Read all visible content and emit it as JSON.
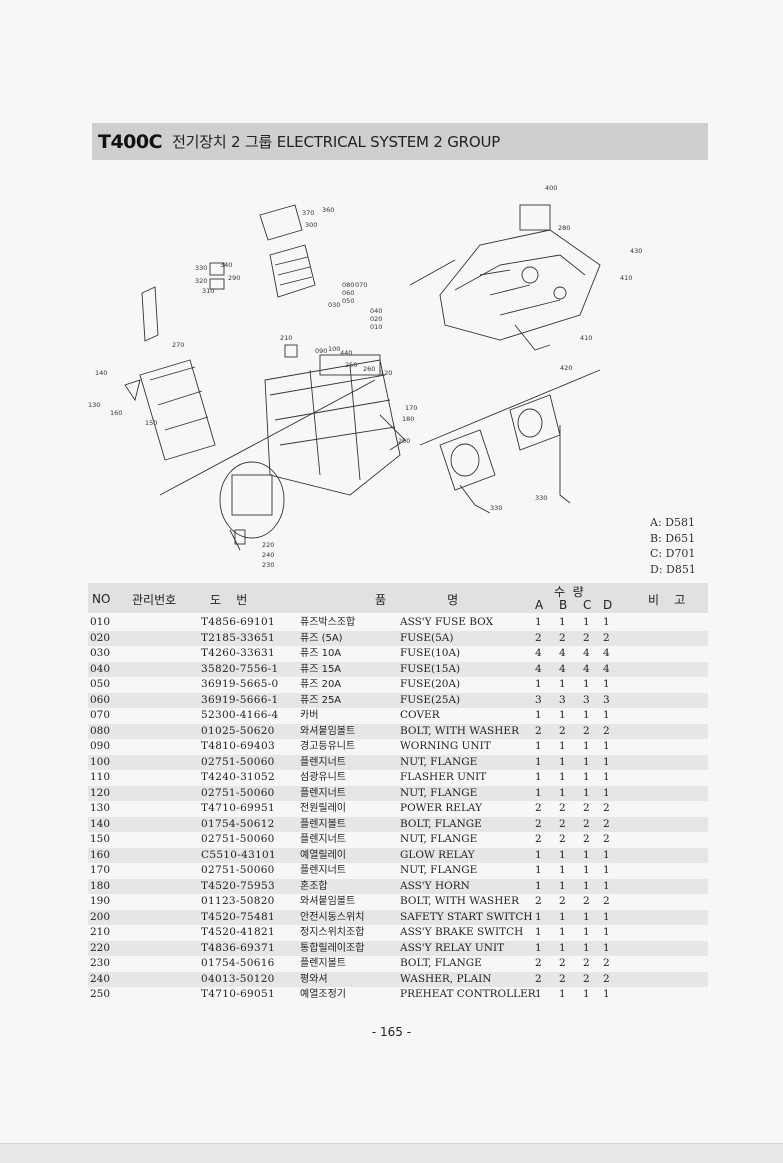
{
  "header": {
    "model": "T400C",
    "title": "전기장치 2 그룹  ELECTRICAL SYSTEM 2 GROUP"
  },
  "legend": [
    "A: D581",
    "B: D651",
    "C: D701",
    "D: D851"
  ],
  "diagram": {
    "callouts": [
      "400",
      "280",
      "430",
      "410",
      "410",
      "420",
      "370",
      "360",
      "300",
      "330",
      "340",
      "320",
      "290",
      "310",
      "080",
      "070",
      "060",
      "050",
      "030",
      "040",
      "020",
      "010",
      "270",
      "210",
      "090",
      "100",
      "440",
      "250",
      "260",
      "120",
      "130",
      "140",
      "150",
      "160",
      "170",
      "180",
      "200",
      "330",
      "330",
      "220",
      "240",
      "230"
    ]
  },
  "table": {
    "headers": {
      "no": "NO",
      "mgmt": "관리번호",
      "drawing": "도    번",
      "name": "품                명",
      "qty": "수  량",
      "a": "A",
      "b": "B",
      "c": "C",
      "d": "D",
      "remarks": "비    고"
    },
    "rows": [
      {
        "no": "010",
        "part": "T4856-69101",
        "kr": "퓨즈박스조합",
        "en": "ASS'Y FUSE BOX",
        "a": "1",
        "b": "1",
        "c": "1",
        "d": "1"
      },
      {
        "no": "020",
        "part": "T2185-33651",
        "kr": "퓨즈 (5A)",
        "en": "FUSE(5A)",
        "a": "2",
        "b": "2",
        "c": "2",
        "d": "2"
      },
      {
        "no": "030",
        "part": "T4260-33631",
        "kr": "퓨즈 10A",
        "en": "FUSE(10A)",
        "a": "4",
        "b": "4",
        "c": "4",
        "d": "4"
      },
      {
        "no": "040",
        "part": "35820-7556-1",
        "kr": "퓨즈 15A",
        "en": "FUSE(15A)",
        "a": "4",
        "b": "4",
        "c": "4",
        "d": "4"
      },
      {
        "no": "050",
        "part": "36919-5665-0",
        "kr": "퓨즈 20A",
        "en": "FUSE(20A)",
        "a": "1",
        "b": "1",
        "c": "1",
        "d": "1"
      },
      {
        "no": "060",
        "part": "36919-5666-1",
        "kr": "퓨즈 25A",
        "en": "FUSE(25A)",
        "a": "3",
        "b": "3",
        "c": "3",
        "d": "3"
      },
      {
        "no": "070",
        "part": "52300-4166-4",
        "kr": "카버",
        "en": "COVER",
        "a": "1",
        "b": "1",
        "c": "1",
        "d": "1"
      },
      {
        "no": "080",
        "part": "01025-50620",
        "kr": "와셔붙임볼트",
        "en": "BOLT, WITH WASHER",
        "a": "2",
        "b": "2",
        "c": "2",
        "d": "2"
      },
      {
        "no": "090",
        "part": "T4810-69403",
        "kr": "경고등유니트",
        "en": "WORNING UNIT",
        "a": "1",
        "b": "1",
        "c": "1",
        "d": "1"
      },
      {
        "no": "100",
        "part": "02751-50060",
        "kr": "플렌지너트",
        "en": "NUT, FLANGE",
        "a": "1",
        "b": "1",
        "c": "1",
        "d": "1"
      },
      {
        "no": "110",
        "part": "T4240-31052",
        "kr": "섬광유니트",
        "en": "FLASHER UNIT",
        "a": "1",
        "b": "1",
        "c": "1",
        "d": "1"
      },
      {
        "no": "120",
        "part": "02751-50060",
        "kr": "플렌지너트",
        "en": "NUT, FLANGE",
        "a": "1",
        "b": "1",
        "c": "1",
        "d": "1"
      },
      {
        "no": "130",
        "part": "T4710-69951",
        "kr": "전원릴레이",
        "en": "POWER RELAY",
        "a": "2",
        "b": "2",
        "c": "2",
        "d": "2"
      },
      {
        "no": "140",
        "part": "01754-50612",
        "kr": "플렌지볼트",
        "en": "BOLT, FLANGE",
        "a": "2",
        "b": "2",
        "c": "2",
        "d": "2"
      },
      {
        "no": "150",
        "part": "02751-50060",
        "kr": "플렌지너트",
        "en": "NUT, FLANGE",
        "a": "2",
        "b": "2",
        "c": "2",
        "d": "2"
      },
      {
        "no": "160",
        "part": "C5510-43101",
        "kr": "예열릴레이",
        "en": "GLOW RELAY",
        "a": "1",
        "b": "1",
        "c": "1",
        "d": "1"
      },
      {
        "no": "170",
        "part": "02751-50060",
        "kr": "플렌지너트",
        "en": "NUT, FLANGE",
        "a": "1",
        "b": "1",
        "c": "1",
        "d": "1"
      },
      {
        "no": "180",
        "part": "T4520-75953",
        "kr": "혼조합",
        "en": "ASS'Y HORN",
        "a": "1",
        "b": "1",
        "c": "1",
        "d": "1"
      },
      {
        "no": "190",
        "part": "01123-50820",
        "kr": "와셔붙임볼트",
        "en": "BOLT, WITH WASHER",
        "a": "2",
        "b": "2",
        "c": "2",
        "d": "2"
      },
      {
        "no": "200",
        "part": "T4520-75481",
        "kr": "안전시동스위치",
        "en": "SAFETY START SWITCH",
        "a": "1",
        "b": "1",
        "c": "1",
        "d": "1"
      },
      {
        "no": "210",
        "part": "T4520-41821",
        "kr": "정지스위치조합",
        "en": "ASS'Y BRAKE SWITCH",
        "a": "1",
        "b": "1",
        "c": "1",
        "d": "1"
      },
      {
        "no": "220",
        "part": "T4836-69371",
        "kr": "통합릴레이조합",
        "en": "ASS'Y RELAY UNIT",
        "a": "1",
        "b": "1",
        "c": "1",
        "d": "1"
      },
      {
        "no": "230",
        "part": "01754-50616",
        "kr": "플렌지볼트",
        "en": "BOLT, FLANGE",
        "a": "2",
        "b": "2",
        "c": "2",
        "d": "2"
      },
      {
        "no": "240",
        "part": "04013-50120",
        "kr": "평와셔",
        "en": "WASHER, PLAIN",
        "a": "2",
        "b": "2",
        "c": "2",
        "d": "2"
      },
      {
        "no": "250",
        "part": "T4710-69051",
        "kr": "예열조정기",
        "en": "PREHEAT CONTROLLER",
        "a": "1",
        "b": "1",
        "c": "1",
        "d": "1"
      }
    ]
  },
  "footer": {
    "page": "- 165 -"
  }
}
